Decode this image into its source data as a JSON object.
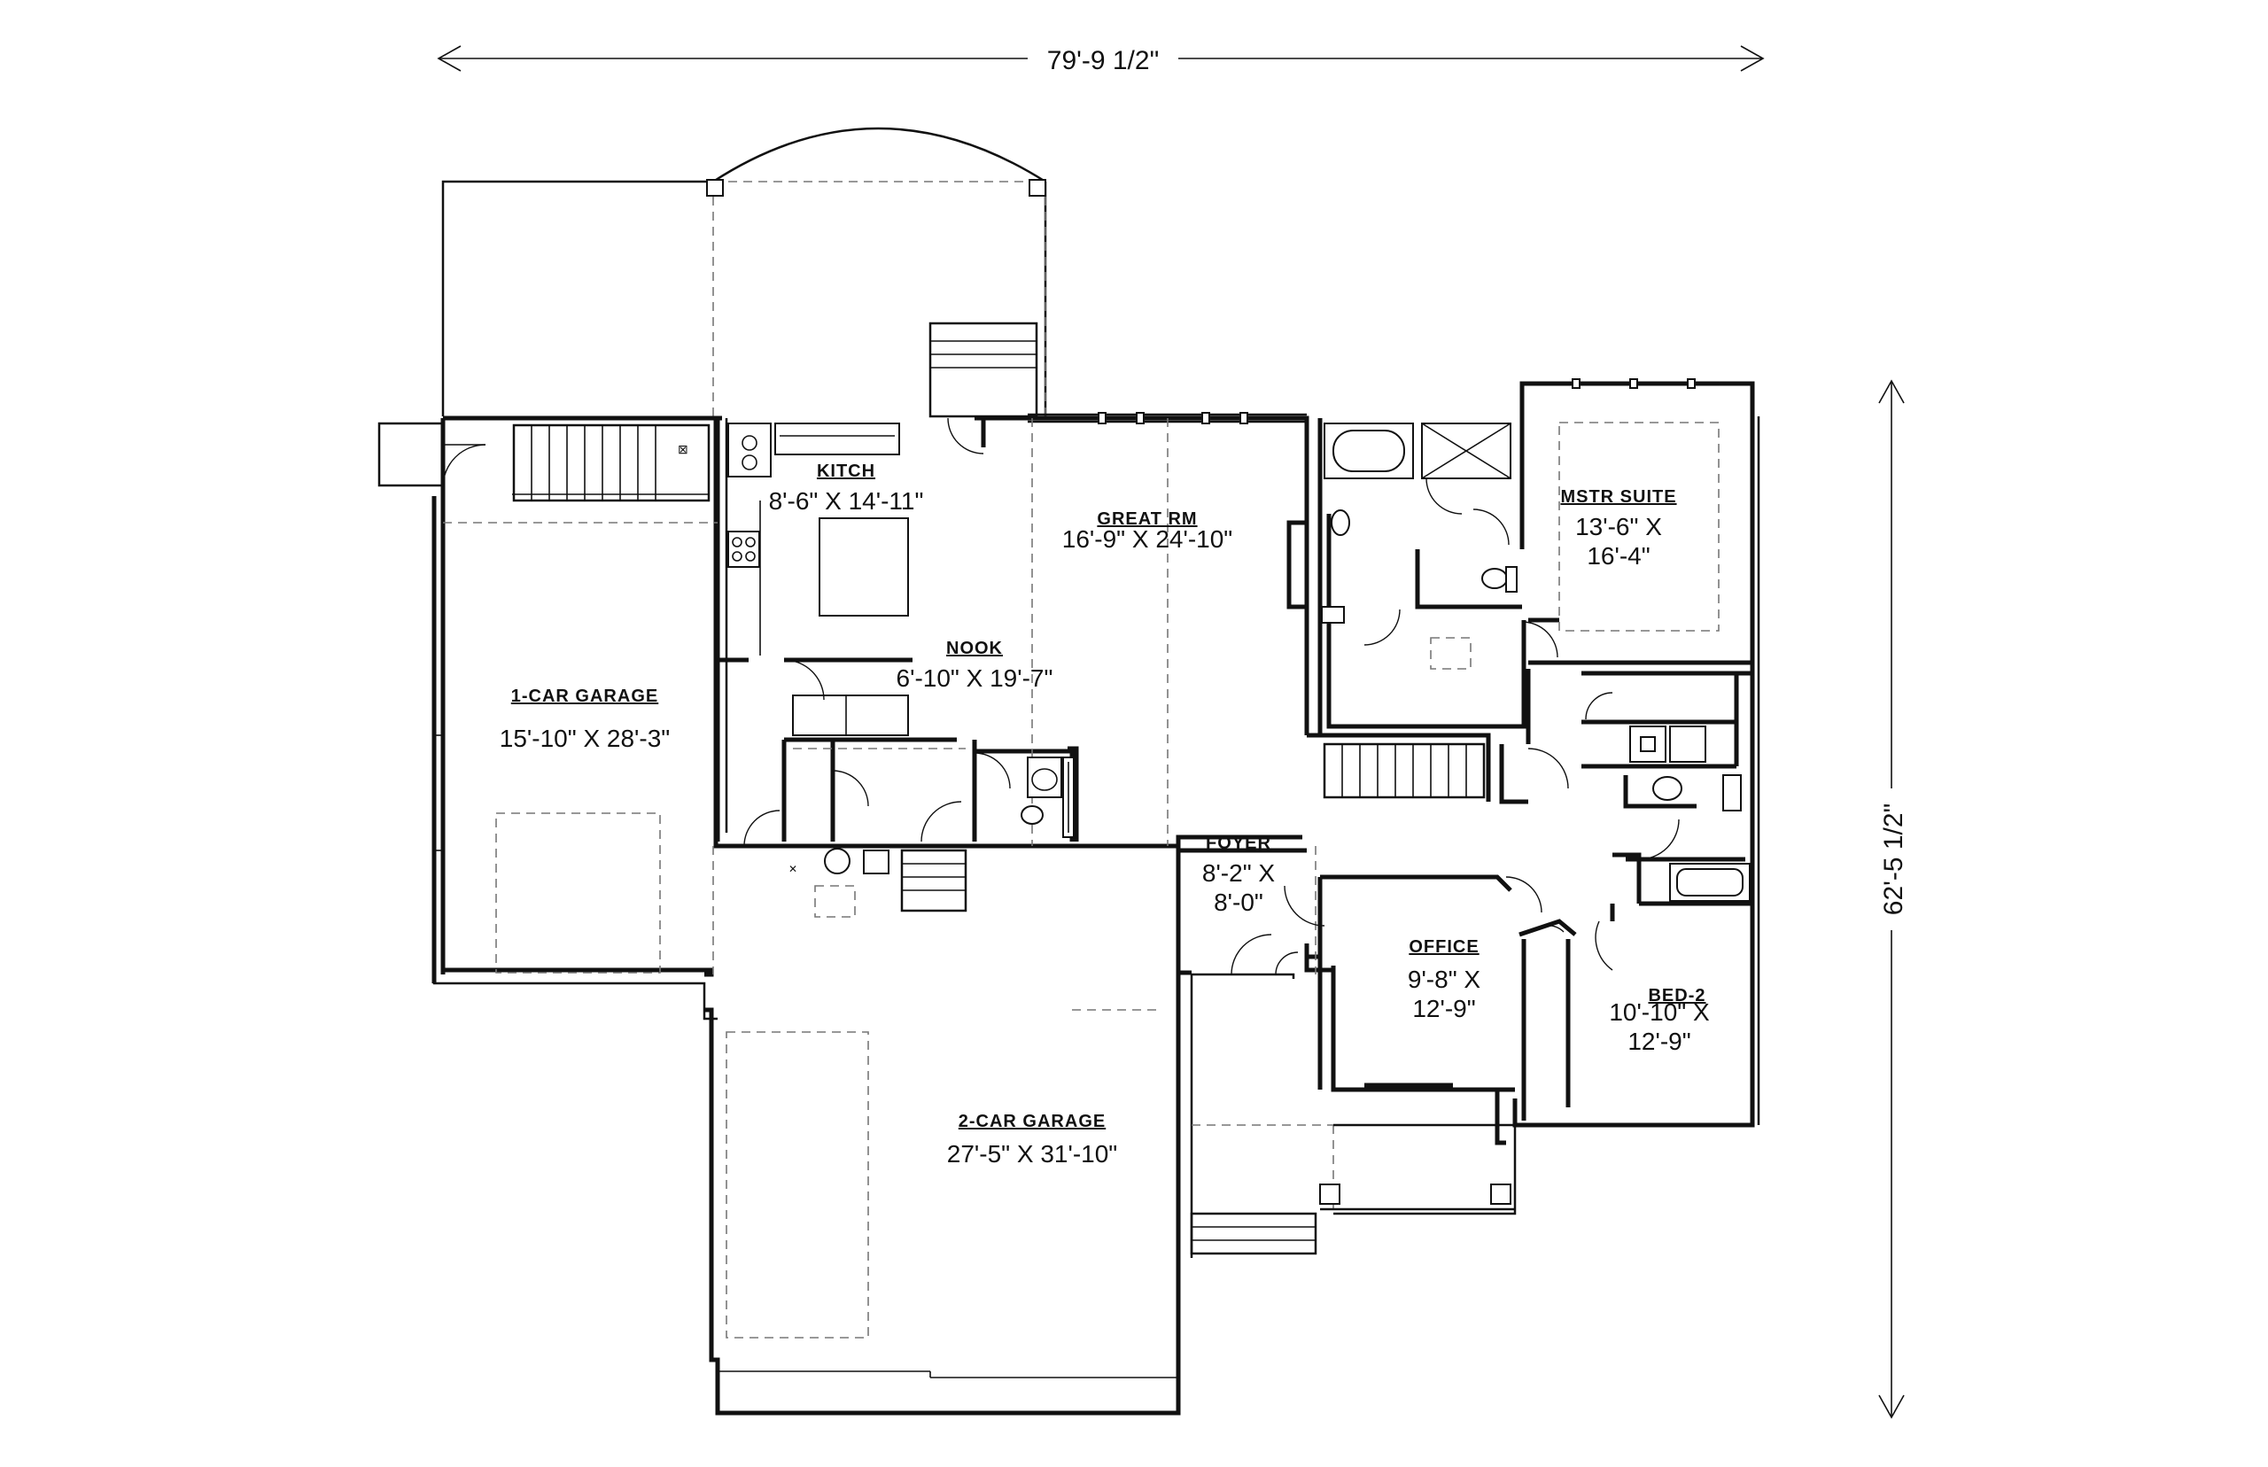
{
  "dimensions": {
    "overall_width": "79'-9 1/2\"",
    "overall_depth": "62'-5 1/2\""
  },
  "rooms": {
    "kitchen": {
      "name": "KITCH",
      "size_lines": [
        "8'-6\" X 14'-11\""
      ]
    },
    "great_room": {
      "name": "GREAT RM",
      "size_lines": [
        "16'-9\" X 24'-10\""
      ]
    },
    "nook": {
      "name": "NOOK",
      "size_lines": [
        "6'-10\" X 19'-7\""
      ]
    },
    "master_suite": {
      "name": "MSTR SUITE",
      "size_lines": [
        "13'-6\" X",
        "16'-4\""
      ]
    },
    "garage_1": {
      "name": "1-CAR GARAGE",
      "size_lines": [
        "15'-10\" X 28'-3\""
      ]
    },
    "foyer": {
      "name": "FOYER",
      "size_lines": [
        "8'-2\" X",
        "8'-0\""
      ]
    },
    "office": {
      "name": "OFFICE",
      "size_lines": [
        "9'-8\" X",
        "12'-9\""
      ]
    },
    "bed_2": {
      "name": "BED-2",
      "size_lines": [
        "10'-10\" X",
        "12'-9\""
      ]
    },
    "garage_2": {
      "name": "2-CAR GARAGE",
      "size_lines": [
        "27'-5\" X 31'-10\""
      ]
    }
  }
}
